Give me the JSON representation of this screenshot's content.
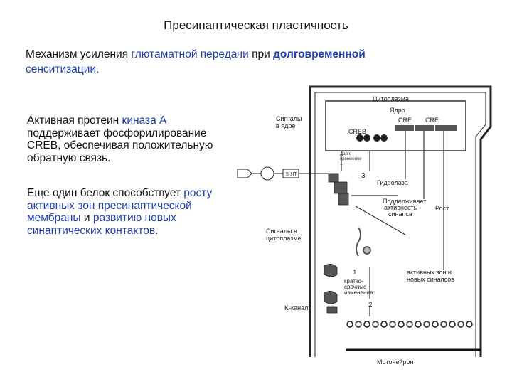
{
  "title": "Пресинаптическая пластичность",
  "subtitle": {
    "part1": "Механизм усиления ",
    "hl1": "глютаматной передачи",
    "part2": " при ",
    "hl2": "долговременной",
    "part3": " ",
    "hl3": "сенситизации",
    "part4": "."
  },
  "para1": {
    "part1": "Активная протеин ",
    "hl1": "киназа А",
    "part2": " поддерживает фосфорилирование CREB, обеспечивая положительную обратную связь."
  },
  "para2": {
    "part1": "Еще один белок способствует ",
    "hl1": "росту активных зон пресинаптической мембраны",
    "part2": " и ",
    "hl2": "развитию новых синаптических контактов",
    "part3": "."
  },
  "figure": {
    "cytoplasm": "Цитоплазма",
    "nucleus": "Ядро",
    "nuclear_signals": [
      "Сигналы",
      "в ядре"
    ],
    "creb": "CREB",
    "cre1": "CRE",
    "cre2": "CRE",
    "num3": "3",
    "hydrolase": "Гидролаза",
    "maintains": [
      "Поддерживает",
      "активность",
      "синапса"
    ],
    "growth": "Рост",
    "cyto_signals": [
      "Сигналы в",
      "цитоплазме"
    ],
    "num1": "1",
    "num2": "2",
    "short_term": [
      "кратко-",
      "срочные",
      "изменения"
    ],
    "active_zones": [
      "активных зон и",
      "новых синапсов"
    ],
    "channel": "K-канал",
    "fht": "5-HT",
    "motoneuron": "Мотонейрон",
    "small_labels": [
      "Долго-",
      "временное",
      "..."
    ]
  }
}
